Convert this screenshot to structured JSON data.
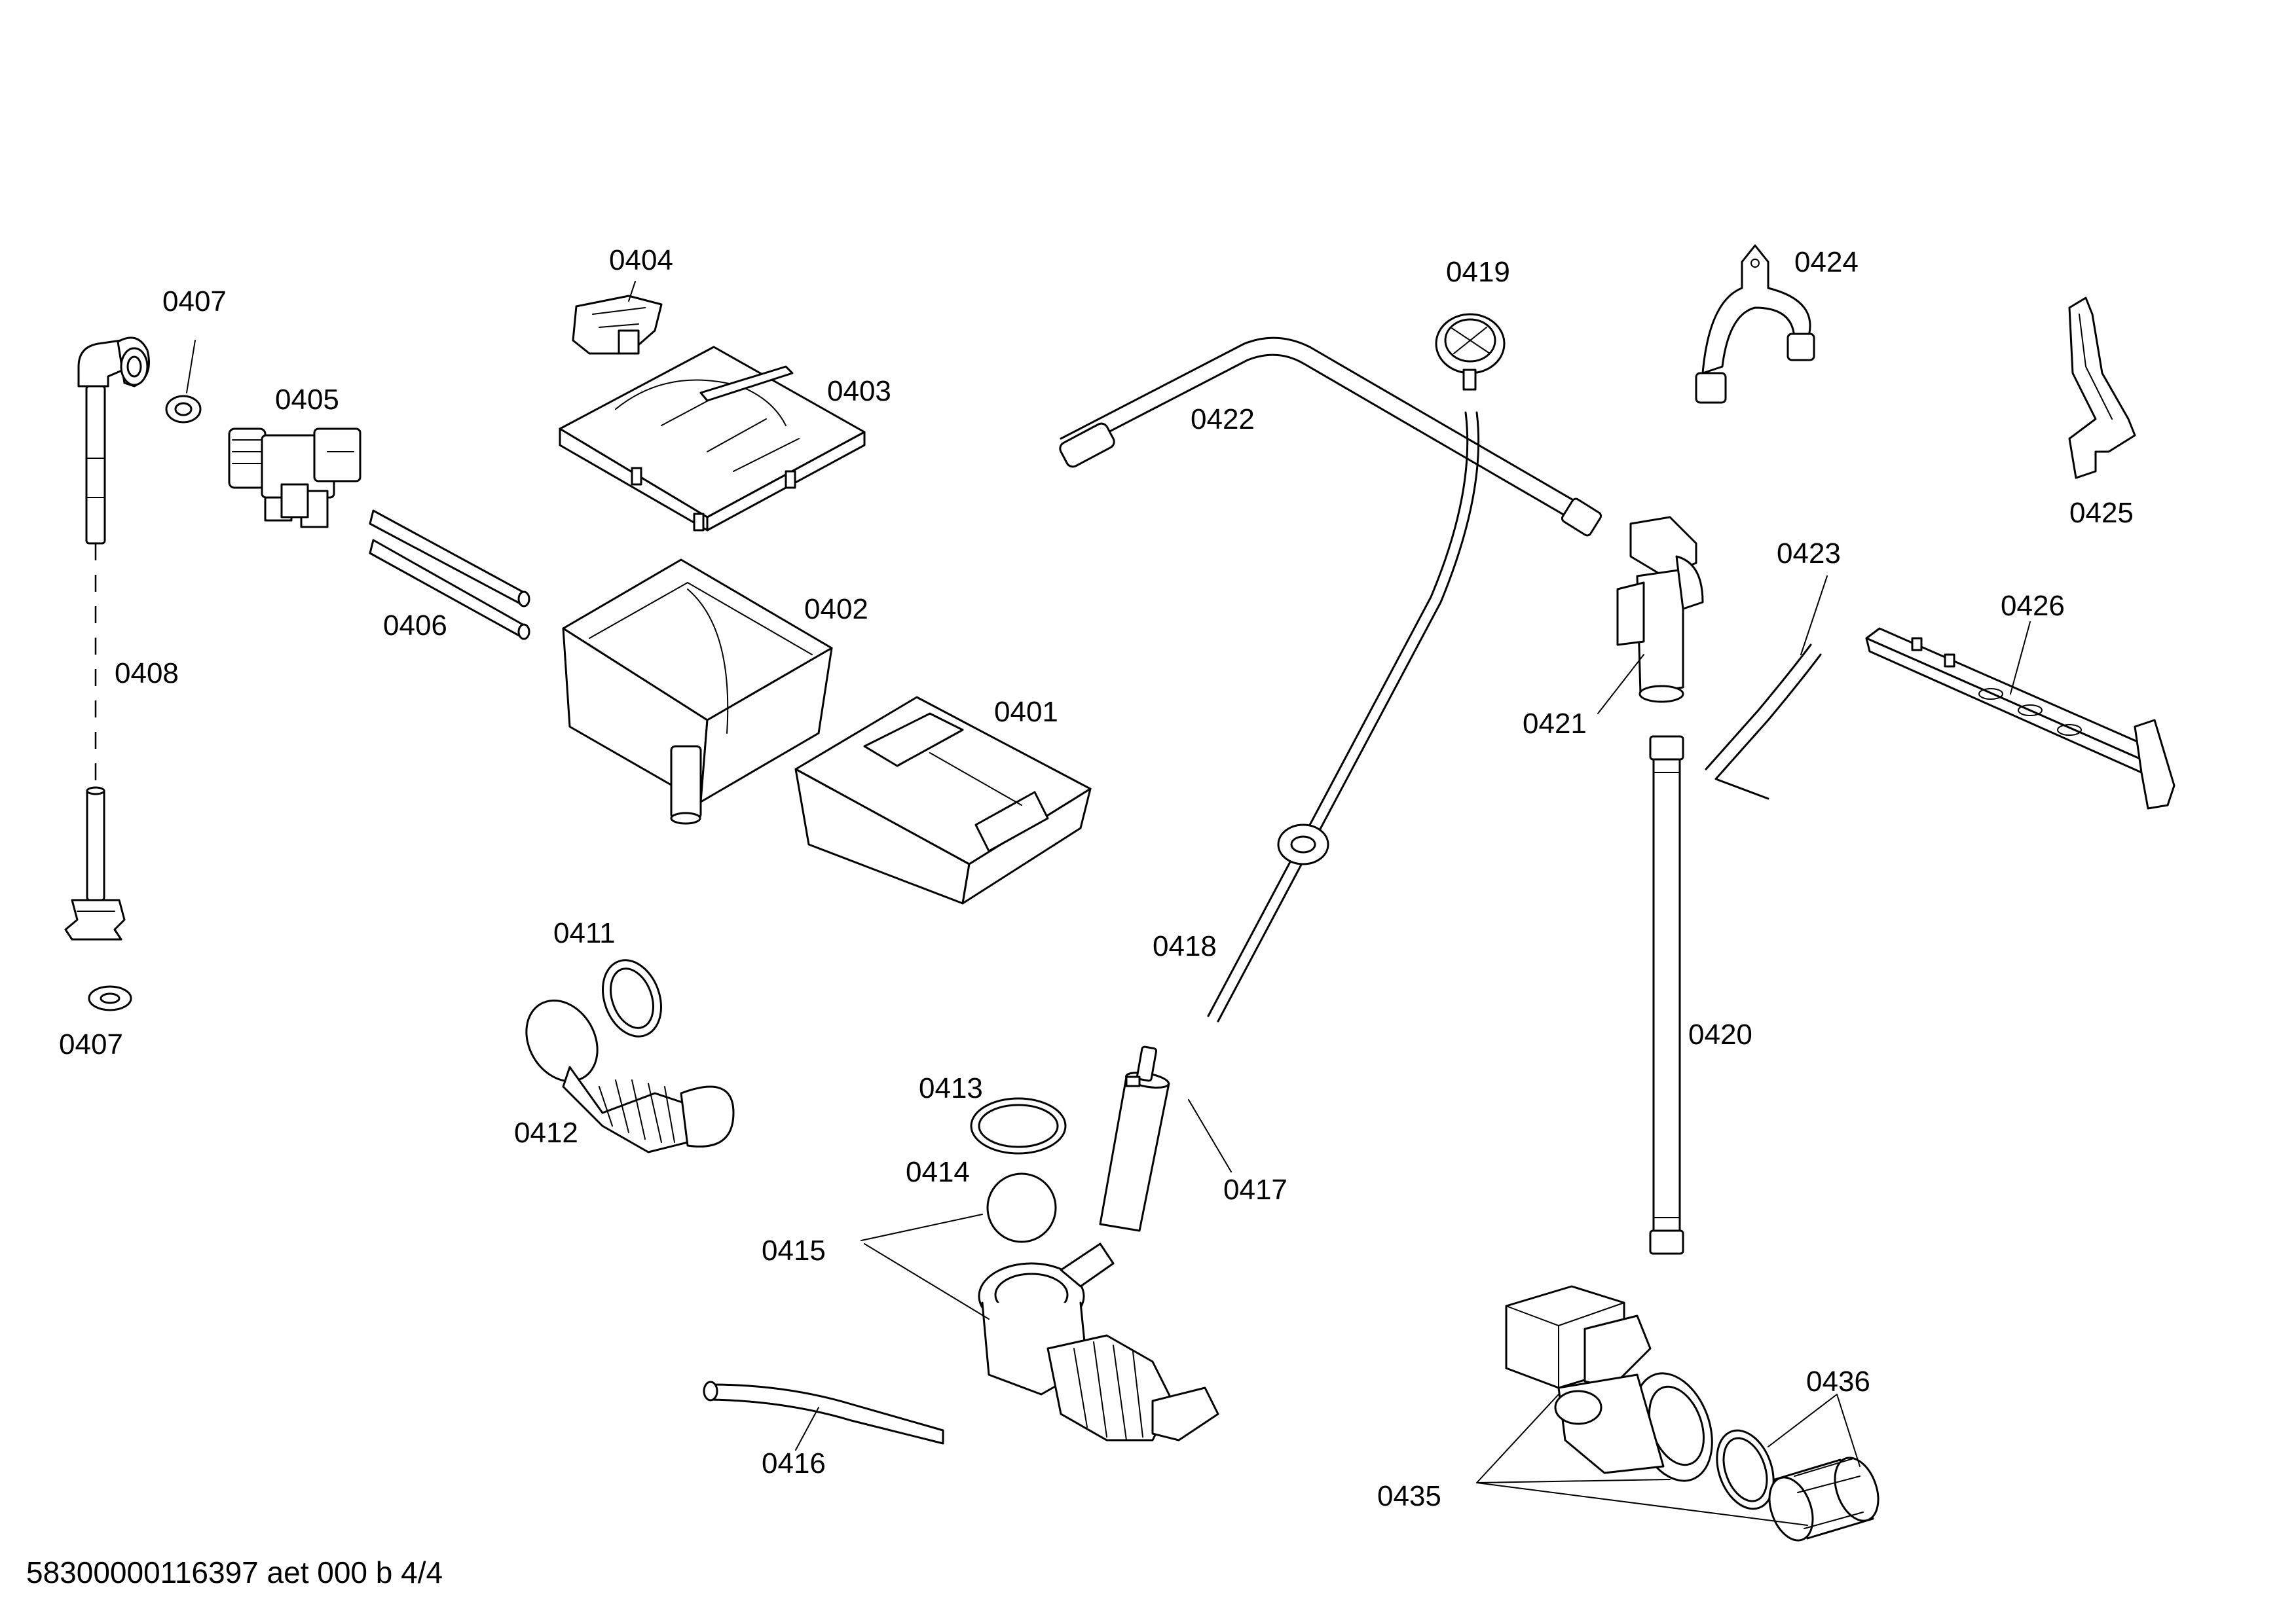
{
  "document_id": "58300000116397 aet 000 b 4/4",
  "labels": {
    "p0401": "0401",
    "p0402": "0402",
    "p0403": "0403",
    "p0404": "0404",
    "p0405": "0405",
    "p0406": "0406",
    "p0407a": "0407",
    "p0407b": "0407",
    "p0408": "0408",
    "p0411": "0411",
    "p0412": "0412",
    "p0413": "0413",
    "p0414": "0414",
    "p0415": "0415",
    "p0416": "0416",
    "p0417": "0417",
    "p0418": "0418",
    "p0419": "0419",
    "p0420": "0420",
    "p0421": "0421",
    "p0422": "0422",
    "p0423": "0423",
    "p0424": "0424",
    "p0425": "0425",
    "p0426": "0426",
    "p0435": "0435",
    "p0436": "0436"
  }
}
